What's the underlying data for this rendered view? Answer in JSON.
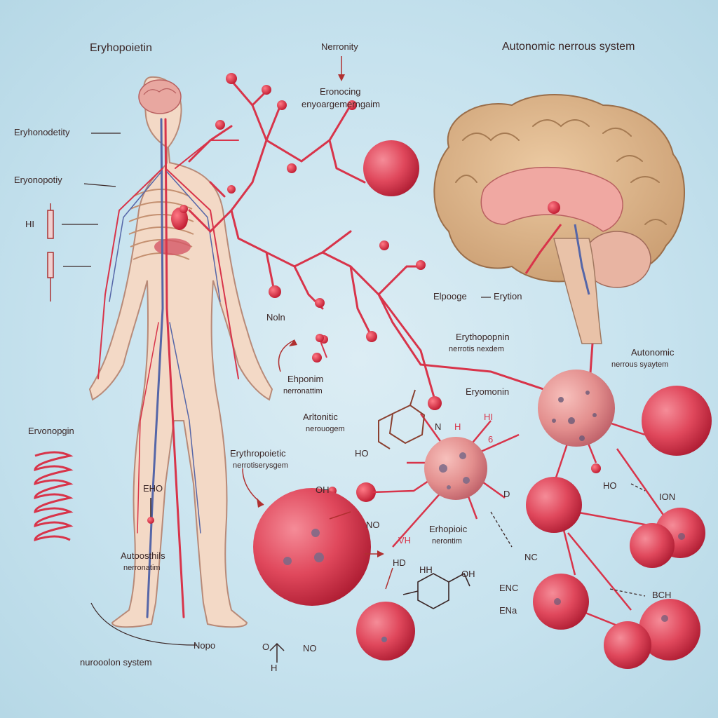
{
  "labels": {
    "top_left_title": "Eryhopoietin",
    "top_center": "Nerronity",
    "top_right_title": "Autonomic nerrous system",
    "center_upper_1": "Eronocing",
    "center_upper_2": "enyoargemerngaim",
    "left_1": "Eryhonodetity",
    "left_2": "Eryonopotiy",
    "left_hi": "HI",
    "left_lower": "Ervonopgin",
    "node_nan": "Noln",
    "brain_left": "Elpooge",
    "brain_right": "Erytion",
    "mid_erythro_1": "Erythopopnin",
    "mid_erythro_2": "nerrotis nexdem",
    "right_auto_1": "Autonomic",
    "right_auto_2": "nerrous syaytem",
    "center_left_1": "Ehponim",
    "center_left_2": "nerronattim",
    "aivo_1": "Arltonitic",
    "aivo_2": "nerouogem",
    "eryomonin": "Eryomonin",
    "erythro_big_1": "Erythropoietic",
    "erythro_big_2": "nerrotiserysgem",
    "ho_left": "HO",
    "ho_center": "HO",
    "oh_left": "OH",
    "ehpi_1": "Erhopioic",
    "ehpi_2": "nerontim",
    "no_1": "NO",
    "vh": "VH",
    "hd": "HD",
    "hh": "HH",
    "oh_right": "OH",
    "ho_right": "HO",
    "ion": "ION",
    "nc": "NC",
    "enc": "ENC",
    "ena": "ENa",
    "bch": "BCH",
    "ehd": "EHO",
    "auton_lower_1": "Autoosthils",
    "auton_lower_2": "nerronatim",
    "nopo": "Nopo",
    "neuro_bottom": "nurooolon system",
    "no_bottom": "NO",
    "o_bottom": "O",
    "h_bottom": "H",
    "d_label": "D",
    "six": "6",
    "h_label": "H",
    "n_label": "N",
    "hi_small": "HI"
  },
  "colors": {
    "background": "#c6e2ee",
    "vessel_red": "#d8344a",
    "cell_red": "#e0485c",
    "cell_dark": "#b82238",
    "brain_tan": "#d9b48c",
    "body_skin": "#f3d9c6",
    "vein_blue": "#5566a8"
  }
}
